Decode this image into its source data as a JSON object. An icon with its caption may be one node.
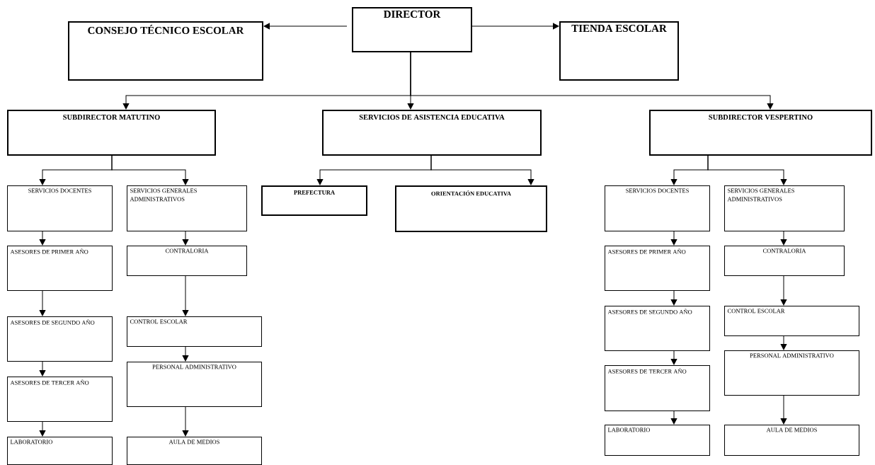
{
  "diagram": {
    "nodes": [
      {
        "text": [
          "DIRECTOR"
        ]
      },
      {
        "text": [
          "CONSEJO TÉCNICO ESCOLAR"
        ]
      },
      {
        "text": [
          "TIENDA ESCOLAR"
        ]
      },
      {
        "text": [
          "SUBDIRECTOR MATUTINO"
        ]
      },
      {
        "text": [
          "SERVICIOS DE ASISTENCIA EDUCATIVA"
        ]
      },
      {
        "text": [
          "SUBDIRECTOR VESPERTINO"
        ]
      },
      {
        "text": [
          "SERVICIOS DOCENTES"
        ]
      },
      {
        "text": [
          "SERVICIOS GENERALES ADMINISTRATIVOS"
        ]
      },
      {
        "text": [
          "ASESORES DE PRIMER AÑO"
        ]
      },
      {
        "text": [
          "CONTRALORIA"
        ]
      },
      {
        "text": [
          "ASESORES DE SEGUNDO AÑO"
        ]
      },
      {
        "text": [
          "CONTROL ESCOLAR"
        ]
      },
      {
        "text": [
          "ASESORES DE TERCER AÑO"
        ]
      },
      {
        "text": [
          "PERSONAL ADMINISTRATIVO"
        ]
      },
      {
        "text": [
          "LABORATORIO"
        ]
      },
      {
        "text": [
          "AULA DE MEDIOS"
        ]
      },
      {
        "text": [
          "PREFECTURA"
        ]
      },
      {
        "text": [
          "ORIENTACIÓN EDUCATIVA"
        ]
      },
      {
        "text": [
          "SERVICIOS DOCENTES"
        ]
      },
      {
        "text": [
          "SERVICIOS GENERALES ADMINISTRATIVOS"
        ]
      },
      {
        "text": [
          "ASESORES DE PRIMER AÑO"
        ]
      },
      {
        "text": [
          "CONTRALORIA"
        ]
      },
      {
        "text": [
          "ASESORES DE SEGUNDO AÑO"
        ]
      },
      {
        "text": [
          "CONTROL ESCOLAR"
        ]
      },
      {
        "text": [
          "ASESORES DE TERCER AÑO"
        ]
      },
      {
        "text": [
          "PERSONAL ADMINISTRATIVO"
        ]
      },
      {
        "text": [
          "LABORATORIO"
        ]
      },
      {
        "text": [
          "AULA DE MEDIOS"
        ]
      }
    ],
    "edges": [
      {
        "from": 0,
        "to": 1,
        "arrow": "to"
      },
      {
        "from": 0,
        "to": 2,
        "arrow": "to"
      },
      {
        "from": 0,
        "to": 3,
        "arrow": "to"
      },
      {
        "from": 0,
        "to": 4,
        "arrow": "to"
      },
      {
        "from": 0,
        "to": 5,
        "arrow": "to"
      },
      {
        "from": 3,
        "to": 6,
        "arrow": "to"
      },
      {
        "from": 3,
        "to": 7,
        "arrow": "to"
      },
      {
        "from": 6,
        "to": 8,
        "arrow": "to"
      },
      {
        "from": 8,
        "to": 10,
        "arrow": "to"
      },
      {
        "from": 10,
        "to": 12,
        "arrow": "to"
      },
      {
        "from": 12,
        "to": 14,
        "arrow": "to"
      },
      {
        "from": 7,
        "to": 9,
        "arrow": "to"
      },
      {
        "from": 9,
        "to": 11,
        "arrow": "to"
      },
      {
        "from": 11,
        "to": 13,
        "arrow": "to"
      },
      {
        "from": 13,
        "to": 15,
        "arrow": "to"
      },
      {
        "from": 4,
        "to": 16,
        "arrow": "to"
      },
      {
        "from": 4,
        "to": 17,
        "arrow": "to"
      },
      {
        "from": 5,
        "to": 18,
        "arrow": "to"
      },
      {
        "from": 5,
        "to": 19,
        "arrow": "to"
      },
      {
        "from": 18,
        "to": 20,
        "arrow": "to"
      },
      {
        "from": 20,
        "to": 22,
        "arrow": "to"
      },
      {
        "from": 22,
        "to": 24,
        "arrow": "to"
      },
      {
        "from": 24,
        "to": 26,
        "arrow": "to"
      },
      {
        "from": 19,
        "to": 21,
        "arrow": "to"
      },
      {
        "from": 21,
        "to": 23,
        "arrow": "to"
      },
      {
        "from": 23,
        "to": 25,
        "arrow": "to"
      },
      {
        "from": 25,
        "to": 27,
        "arrow": "to"
      }
    ]
  }
}
